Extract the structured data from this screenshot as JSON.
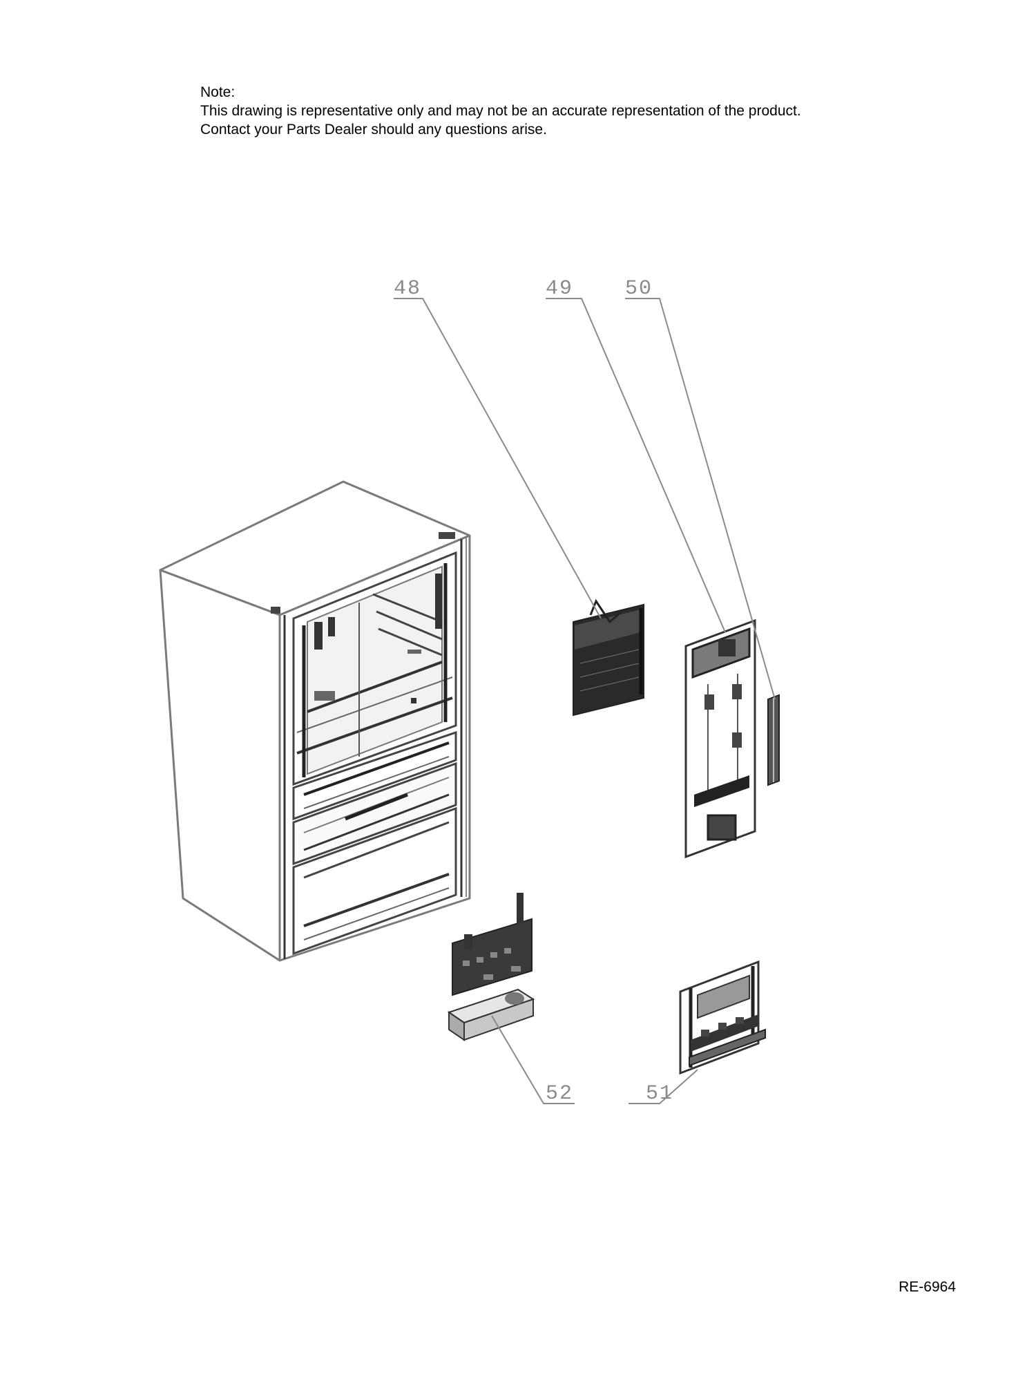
{
  "note": {
    "heading": "Note:",
    "line1": "This drawing is representative only and may not be an accurate representation of the product.",
    "line2": "Contact your Parts Dealer should any questions arise."
  },
  "parts": [
    {
      "id": "48",
      "label": "48"
    },
    {
      "id": "49",
      "label": "49"
    },
    {
      "id": "50",
      "label": "50"
    },
    {
      "id": "51",
      "label": "51"
    },
    {
      "id": "52",
      "label": "52"
    }
  ],
  "document_id": "RE-6964",
  "colors": {
    "line": "#8a8a8a",
    "dark": "#1e1e1e",
    "mid": "#6a6a6a"
  }
}
